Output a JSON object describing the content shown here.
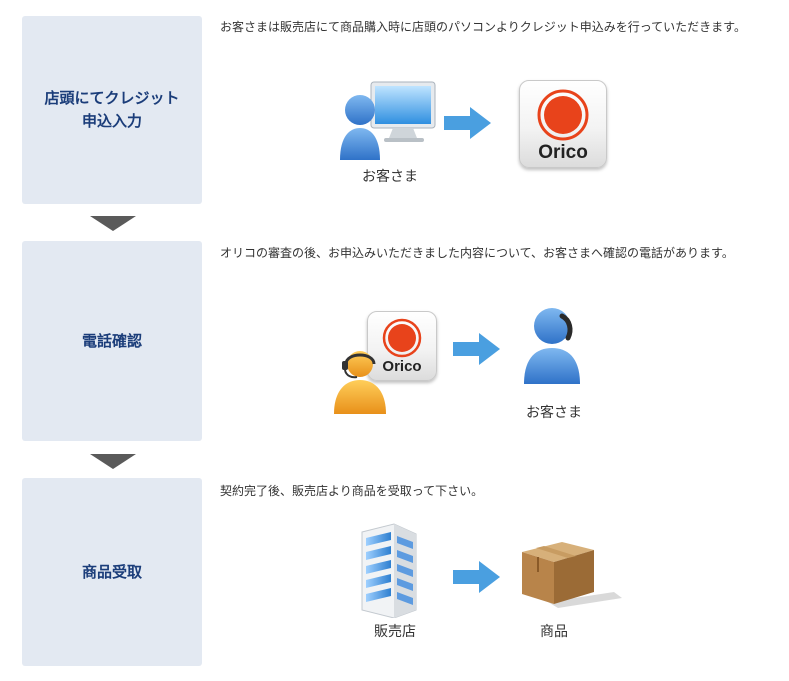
{
  "steps": [
    {
      "title": "店頭にてクレジット\n申込入力",
      "description": "お客さまは販売店にて商品購入時に店頭のパソコンよりクレジット申込みを行っていただきます。",
      "captions": {
        "customer": "お客さま"
      },
      "logo_text": "Orico"
    },
    {
      "title": "電話確認",
      "description": "オリコの審査の後、お申込みいただきました内容について、お客さまへ確認の電話があります。",
      "captions": {
        "customer": "お客さま"
      },
      "logo_text": "Orico"
    },
    {
      "title": "商品受取",
      "description": "契約完了後、販売店より商品を受取って下さい。",
      "captions": {
        "store": "販売店",
        "product": "商品"
      }
    }
  ],
  "colors": {
    "step_box_bg": "#e3e9f2",
    "step_title": "#1b3d7a",
    "down_arrow": "#5a5a5a",
    "flow_arrow": "#4a9fe0",
    "orico_red": "#e8431b",
    "person_blue": "#3d86d6",
    "operator_orange": "#f0a21e"
  },
  "icons": [
    "person-at-computer-icon",
    "right-arrow-icon",
    "orico-logo-icon",
    "operator-headset-icon",
    "person-on-phone-icon",
    "building-icon",
    "cardboard-box-icon",
    "down-arrow-icon"
  ]
}
